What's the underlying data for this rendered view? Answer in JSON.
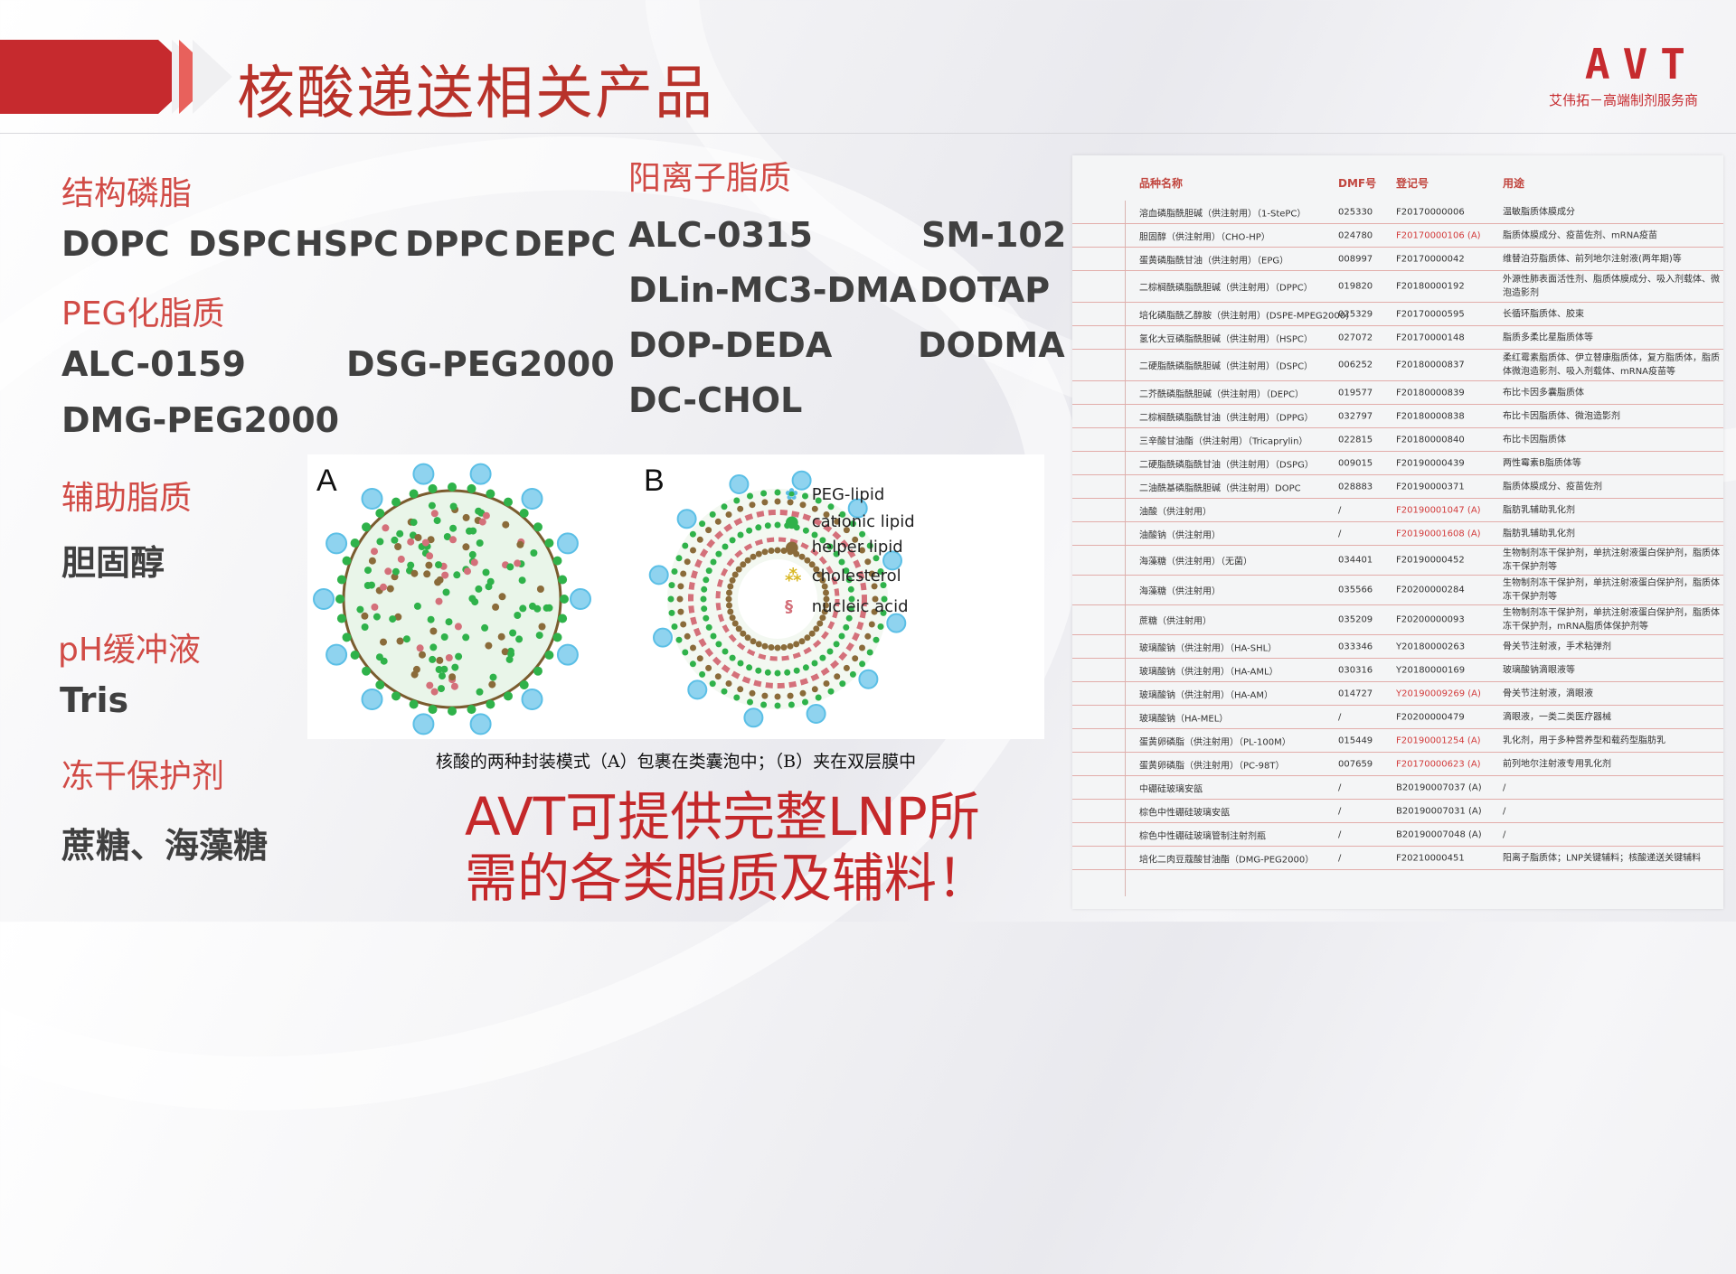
{
  "title": "核酸递送相关产品",
  "logo": {
    "mark": "AVT",
    "subtitle": "艾伟拓－高端制剂服务商"
  },
  "sections": {
    "structural": {
      "heading": "结构磷脂",
      "items": [
        "DOPC",
        "DSPC",
        "HSPC",
        "DPPC",
        "DEPC"
      ]
    },
    "peg": {
      "heading": "PEG化脂质",
      "items": [
        "ALC-0159",
        "DSG-PEG2000",
        "DMG-PEG2000"
      ]
    },
    "helper": {
      "heading": "辅助脂质",
      "items": [
        "胆固醇"
      ]
    },
    "buffer": {
      "heading": "pH缓冲液",
      "items": [
        "Tris"
      ]
    },
    "lyo": {
      "heading": "冻干保护剂",
      "items": [
        "蔗糖、海藻糖"
      ]
    },
    "cationic": {
      "heading": "阳离子脂质",
      "items": [
        "ALC-0315",
        "SM-102",
        "DLin-MC3-DMA",
        "DOTAP",
        "DOP-DEDA",
        "DODMA",
        "DC-CHOL"
      ]
    }
  },
  "figure": {
    "panel_a": "A",
    "panel_b": "B",
    "legend": [
      "PEG-lipid",
      "cationic lipid",
      "helper lipid",
      "cholesterol",
      "nucleic acid"
    ],
    "caption": "核酸的两种封装模式（A）包裹在类囊泡中；（B）夹在双层膜中"
  },
  "slogan": {
    "line1": "AVT可提供完整LNP所",
    "line2": "需的各类脂质及辅料！"
  },
  "table": {
    "headers": [
      "品种名称",
      "DMF号",
      "登记号",
      "用途"
    ],
    "rows": [
      {
        "name": "溶血磷脂酰胆碱（供注射用）（1-StePC）",
        "dmf": "025330",
        "reg": "F20170000006",
        "use": "温敏脂质体膜成分",
        "red": false
      },
      {
        "name": "胆固醇（供注射用）（CHO-HP）",
        "dmf": "024780",
        "reg": "F20170000106 (A)",
        "use": "脂质体膜成分、疫苗佐剂、mRNA疫苗",
        "red": true
      },
      {
        "name": "蛋黄磷脂酰甘油（供注射用）（EPG）",
        "dmf": "008997",
        "reg": "F20170000042",
        "use": "维替泊芬脂质体、前列地尔注射液(两年期)等",
        "red": false
      },
      {
        "name": "二棕榈酰磷脂酰胆碱（供注射用）（DPPC）",
        "dmf": "019820",
        "reg": "F20180000192",
        "use": "外源性肺表面活性剂、脂质体膜成分、吸入剂载体、微泡造影剂",
        "red": false
      },
      {
        "name": "培化磷脂酰乙醇胺（供注射用）(DSPE-MPEG2000)",
        "dmf": "025329",
        "reg": "F20170000595",
        "use": "长循环脂质体、胶束",
        "red": false
      },
      {
        "name": "氢化大豆磷脂酰胆碱（供注射用）（HSPC）",
        "dmf": "027072",
        "reg": "F20170000148",
        "use": "脂质多柔比星脂质体等",
        "red": false
      },
      {
        "name": "二硬脂酰磷脂酰胆碱（供注射用）（DSPC）",
        "dmf": "006252",
        "reg": "F20180000837",
        "use": "柔红霉素脂质体、伊立替康脂质体，复方脂质体，脂质体微泡造影剂、吸入剂载体、mRNA疫苗等",
        "red": false
      },
      {
        "name": "二芥酰磷脂酰胆碱（供注射用）（DEPC）",
        "dmf": "019577",
        "reg": "F20180000839",
        "use": "布比卡因多囊脂质体",
        "red": false
      },
      {
        "name": "二棕榈酰磷脂酰甘油（供注射用）（DPPG）",
        "dmf": "032797",
        "reg": "F20180000838",
        "use": "布比卡因脂质体、微泡造影剂",
        "red": false
      },
      {
        "name": "三辛酸甘油酯（供注射用）（Tricaprylin）",
        "dmf": "022815",
        "reg": "F20180000840",
        "use": "布比卡因脂质体",
        "red": false
      },
      {
        "name": "二硬脂酰磷脂酰甘油（供注射用）（DSPG）",
        "dmf": "009015",
        "reg": "F20190000439",
        "use": "两性霉素B脂质体等",
        "red": false
      },
      {
        "name": "二油酰基磷脂酰胆碱（供注射用）DOPC",
        "dmf": "028883",
        "reg": "F20190000371",
        "use": "脂质体膜成分、疫苗佐剂",
        "red": false
      },
      {
        "name": "油酸（供注射用）",
        "dmf": "/",
        "reg": "F20190001047 (A)",
        "use": "脂肪乳辅助乳化剂",
        "red": true
      },
      {
        "name": "油酸钠（供注射用）",
        "dmf": "/",
        "reg": "F20190001608 (A)",
        "use": "脂肪乳辅助乳化剂",
        "red": true
      },
      {
        "name": "海藻糖（供注射用）（无菌）",
        "dmf": "034401",
        "reg": "F20190000452",
        "use": "生物制剂冻干保护剂，单抗注射液蛋白保护剂，脂质体冻干保护剂等",
        "red": false
      },
      {
        "name": "海藻糖（供注射用）",
        "dmf": "035566",
        "reg": "F20200000284",
        "use": "生物制剂冻干保护剂，单抗注射液蛋白保护剂，脂质体冻干保护剂等",
        "red": false
      },
      {
        "name": "蔗糖（供注射用）",
        "dmf": "035209",
        "reg": "F20200000093",
        "use": "生物制剂冻干保护剂，单抗注射液蛋白保护剂，脂质体冻干保护剂，mRNA脂质体保护剂等",
        "red": false
      },
      {
        "name": "玻璃酸钠（供注射用）（HA-SHL）",
        "dmf": "033346",
        "reg": "Y20180000263",
        "use": "骨关节注射液，手术粘弹剂",
        "red": false
      },
      {
        "name": "玻璃酸钠（供注射用）（HA-AML）",
        "dmf": "030316",
        "reg": "Y20180000169",
        "use": "玻璃酸钠滴眼液等",
        "red": false
      },
      {
        "name": "玻璃酸钠（供注射用）（HA-AM）",
        "dmf": "014727",
        "reg": "Y20190009269 (A)",
        "use": "骨关节注射液，滴眼液",
        "red": true
      },
      {
        "name": "玻璃酸钠（HA-MEL）",
        "dmf": "/",
        "reg": "F20200000479",
        "use": "滴眼液，一类二类医疗器械",
        "red": false
      },
      {
        "name": "蛋黄卵磷脂（供注射用）（PL-100M）",
        "dmf": "015449",
        "reg": "F20190001254 (A)",
        "use": "乳化剂，用于多种营养型和载药型脂肪乳",
        "red": true
      },
      {
        "name": "蛋黄卵磷脂（供注射用）（PC-98T）",
        "dmf": "007659",
        "reg": "F20170000623 (A)",
        "use": "前列地尔注射液专用乳化剂",
        "red": true
      },
      {
        "name": "中硼硅玻璃安瓿",
        "dmf": "/",
        "reg": "B20190007037 (A)",
        "use": "/",
        "red": false
      },
      {
        "name": "棕色中性硼硅玻璃安瓿",
        "dmf": "/",
        "reg": "B20190007031 (A)",
        "use": "/",
        "red": false
      },
      {
        "name": "棕色中性硼硅玻璃管制注射剂瓶",
        "dmf": "/",
        "reg": "B20190007048 (A)",
        "use": "/",
        "red": false
      },
      {
        "name": "培化二肉豆蔻酸甘油酯（DMG-PEG2000）",
        "dmf": "/",
        "reg": "F20210000451",
        "use": "阳离子脂质体；LNP关键辅料；核酸递送关键辅料",
        "red": false
      }
    ]
  },
  "colors": {
    "accent": "#c62a2e",
    "heading": "#d14b46",
    "text": "#404040"
  }
}
